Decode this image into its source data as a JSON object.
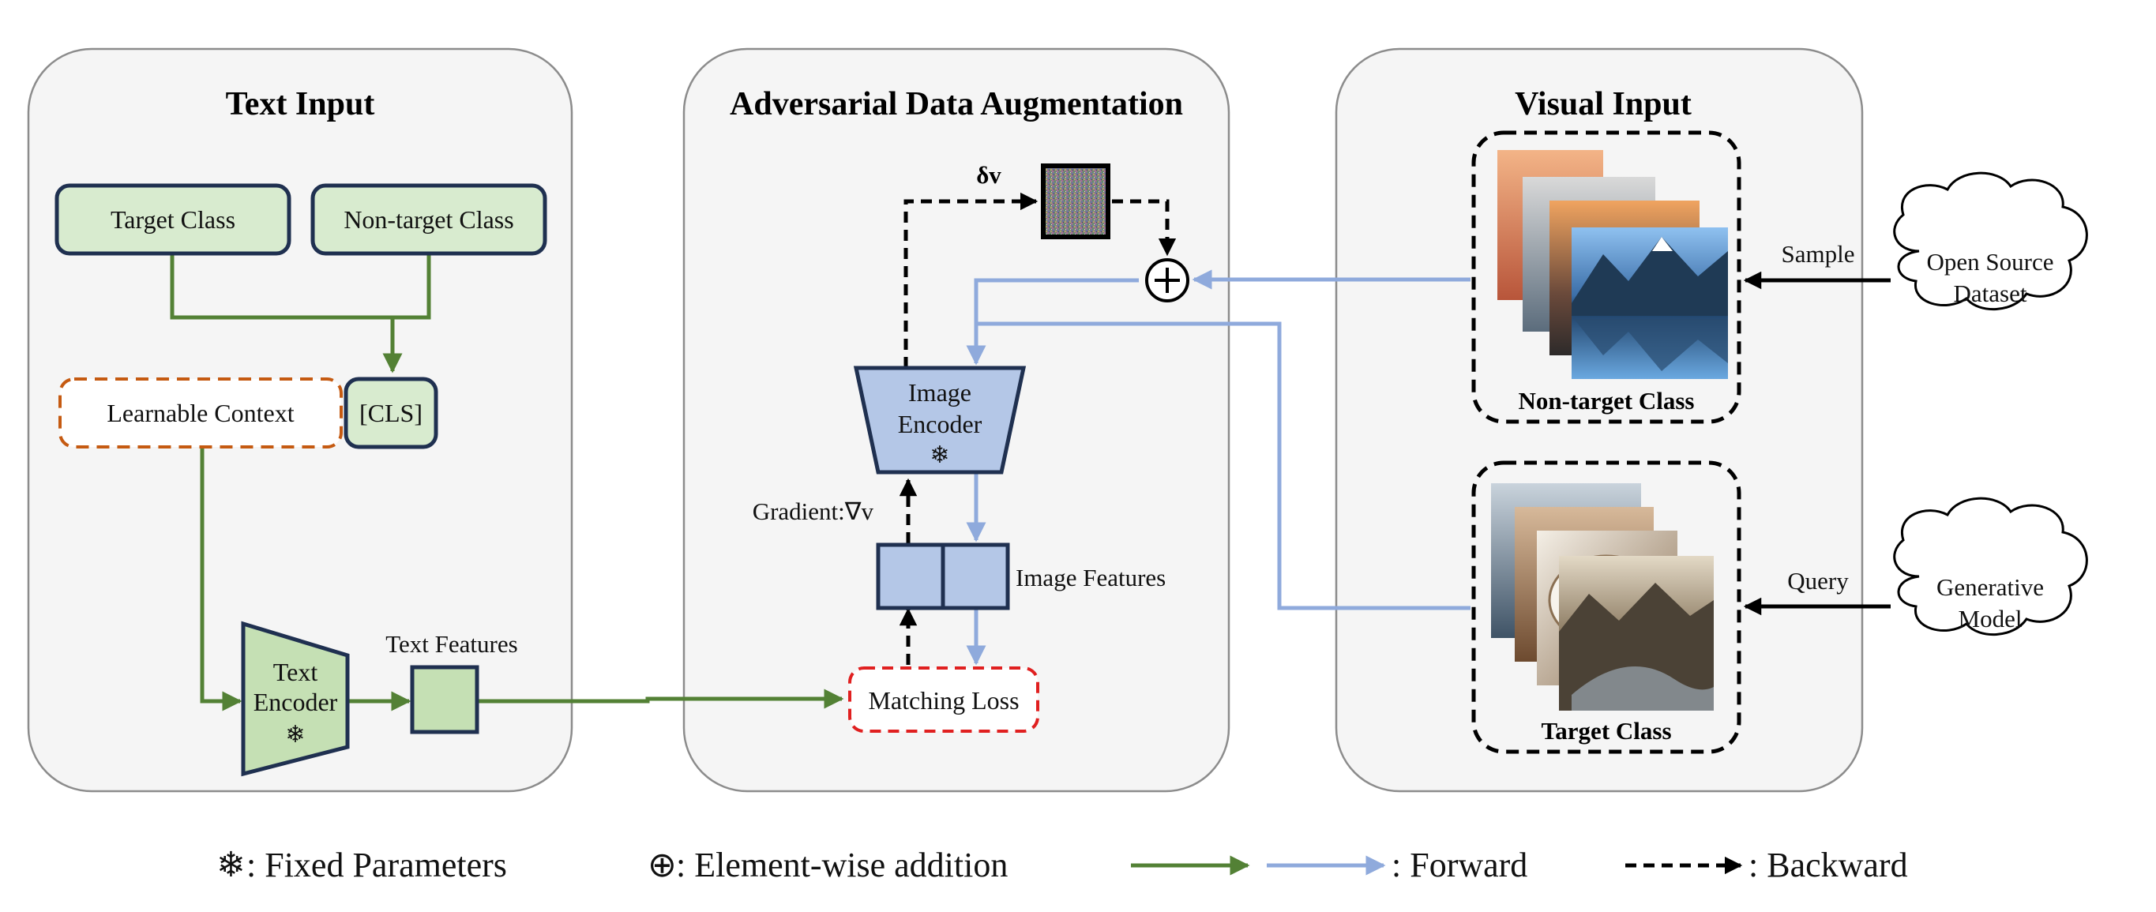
{
  "panels": {
    "text_input": {
      "title": "Text Input"
    },
    "adversarial": {
      "title": "Adversarial Data Augmentation"
    },
    "visual_input": {
      "title": "Visual Input"
    }
  },
  "text_input": {
    "target_class": "Target Class",
    "non_target_class": "Non-target Class",
    "learnable_context": "Learnable Context",
    "cls_token": "[CLS]",
    "text_encoder_line1": "Text",
    "text_encoder_line2": "Encoder",
    "text_features": "Text Features"
  },
  "adversarial": {
    "delta_v": "δv",
    "plus_symbol": "+",
    "image_encoder_line1": "Image",
    "image_encoder_line2": "Encoder",
    "gradient": "Gradient:∇v",
    "image_features": "Image Features",
    "matching_loss": "Matching Loss"
  },
  "visual_input": {
    "non_target_class": "Non-target Class",
    "target_class": "Target Class",
    "sample": "Sample",
    "query": "Query",
    "open_source_line1": "Open Source",
    "open_source_line2": "Dataset",
    "generative_line1": "Generative",
    "generative_line2": "Model"
  },
  "legend": {
    "fixed_symbol": "❄",
    "fixed": ": Fixed Parameters",
    "add_symbol": "⊕",
    "add": ": Element-wise addition",
    "forward": ": Forward",
    "backward": ": Backward"
  },
  "icons": {
    "snowflake": "snowflake-icon",
    "plus": "circled-plus-icon"
  },
  "colors": {
    "green_fill": "#d8ebcf",
    "green_line": "#538135",
    "blue_fill": "#b4c7e7",
    "blue_line": "#8faadc",
    "dark_border": "#1f3050",
    "orange_dash": "#c55a11",
    "red_dash": "#e02020"
  }
}
